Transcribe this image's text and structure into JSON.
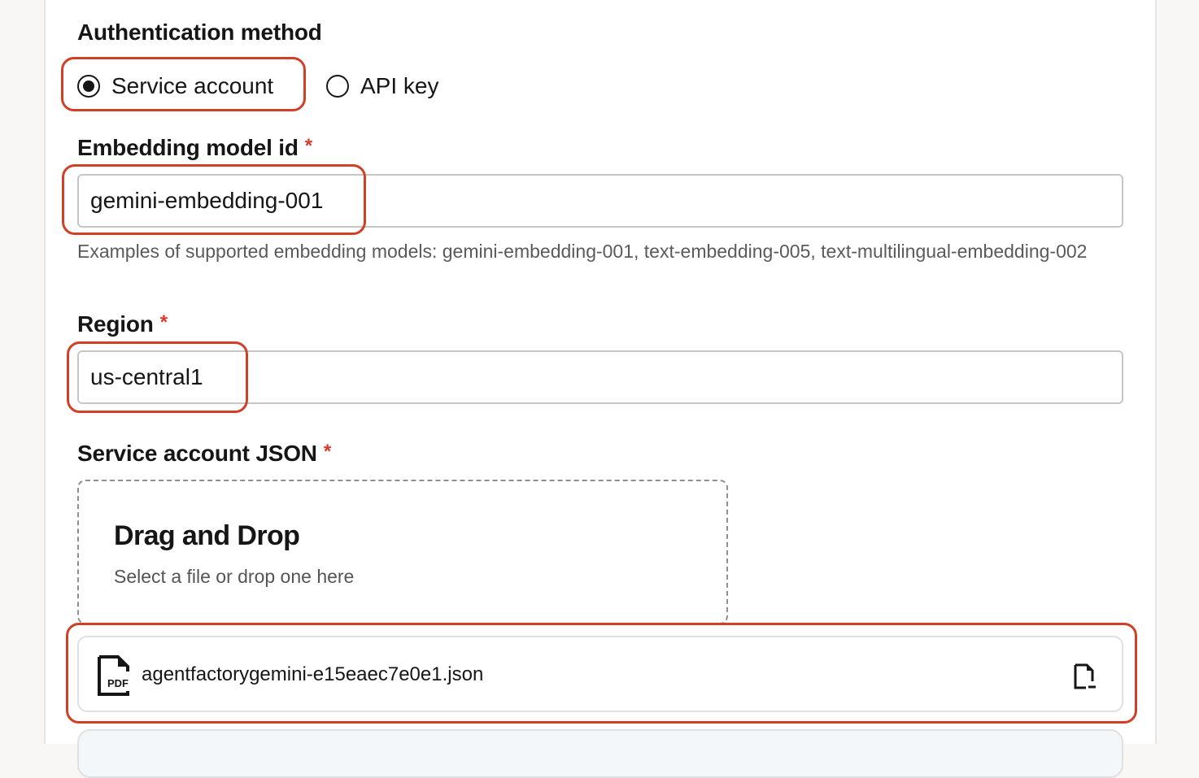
{
  "auth": {
    "label": "Authentication method",
    "options": [
      {
        "label": "Service account",
        "selected": true
      },
      {
        "label": "API key",
        "selected": false
      }
    ]
  },
  "embedding_model": {
    "label": "Embedding model id",
    "required_marker": "*",
    "value": "gemini-embedding-001",
    "helper": "Examples of supported embedding models: gemini-embedding-001, text-embedding-005, text-multilingual-embedding-002"
  },
  "region": {
    "label": "Region",
    "required_marker": "*",
    "value": "us-central1"
  },
  "service_account_json": {
    "label": "Service account JSON",
    "required_marker": "*",
    "dropzone": {
      "title": "Drag and Drop",
      "subtitle": "Select a file or drop one here"
    },
    "file": {
      "icon": "pdf-file-icon",
      "name": "agentfactorygemini-e15eaec7e0e1.json",
      "remove_icon": "file-remove-icon"
    }
  },
  "colors": {
    "highlight": "#d23f27",
    "required": "#d73a2b",
    "input_border": "#c6c6c6"
  }
}
